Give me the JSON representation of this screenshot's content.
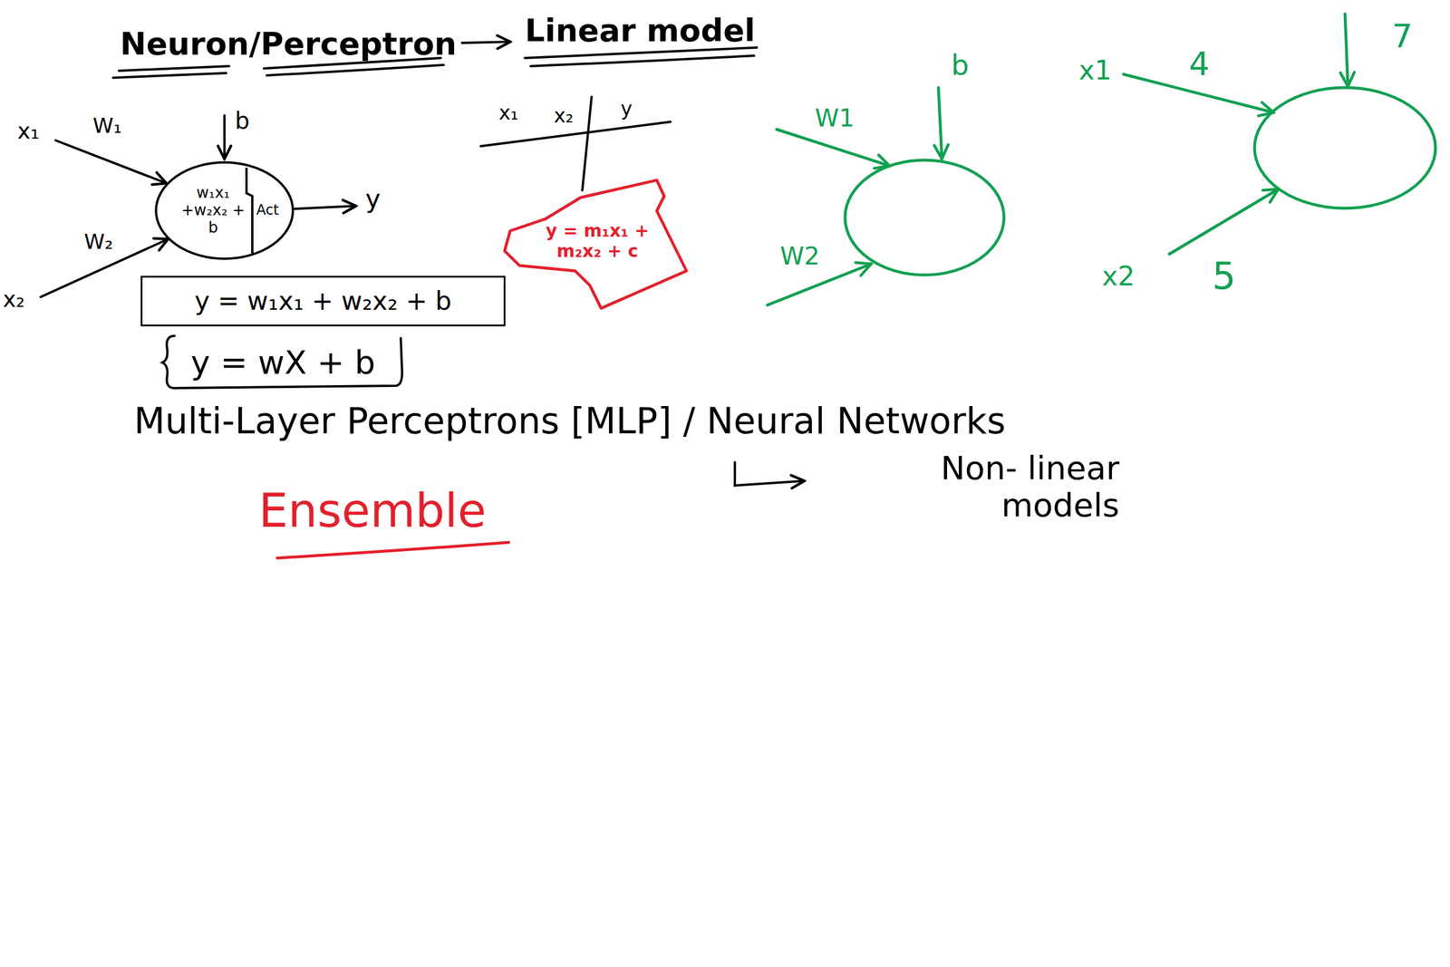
{
  "diagram": {
    "title": "Neuron/Perceptron",
    "nodes": [
      {
        "text": [
          "w₁x₁ +w₂x₂ + b",
          "Act"
        ]
      },
      {
        "text": [
          "y = m₁x₁ + m₂x₂ + c"
        ]
      },
      {
        "text": [
          "y = w₁x₁ + w₂x₂ + b"
        ]
      },
      {
        "text": [
          "y = wX + b"
        ]
      }
    ],
    "labels": [
      "Linear model",
      "x₁",
      "W₁",
      "b",
      "y",
      "W₂",
      "x₂",
      "x₁",
      "x₂",
      "y",
      "W1",
      "b",
      "W2",
      "x1",
      "4",
      "7",
      "x2",
      "5",
      "Multi-Layer Perceptrons [MLP] / Neural Networks",
      "Non- linear models",
      "Ensemble"
    ]
  }
}
